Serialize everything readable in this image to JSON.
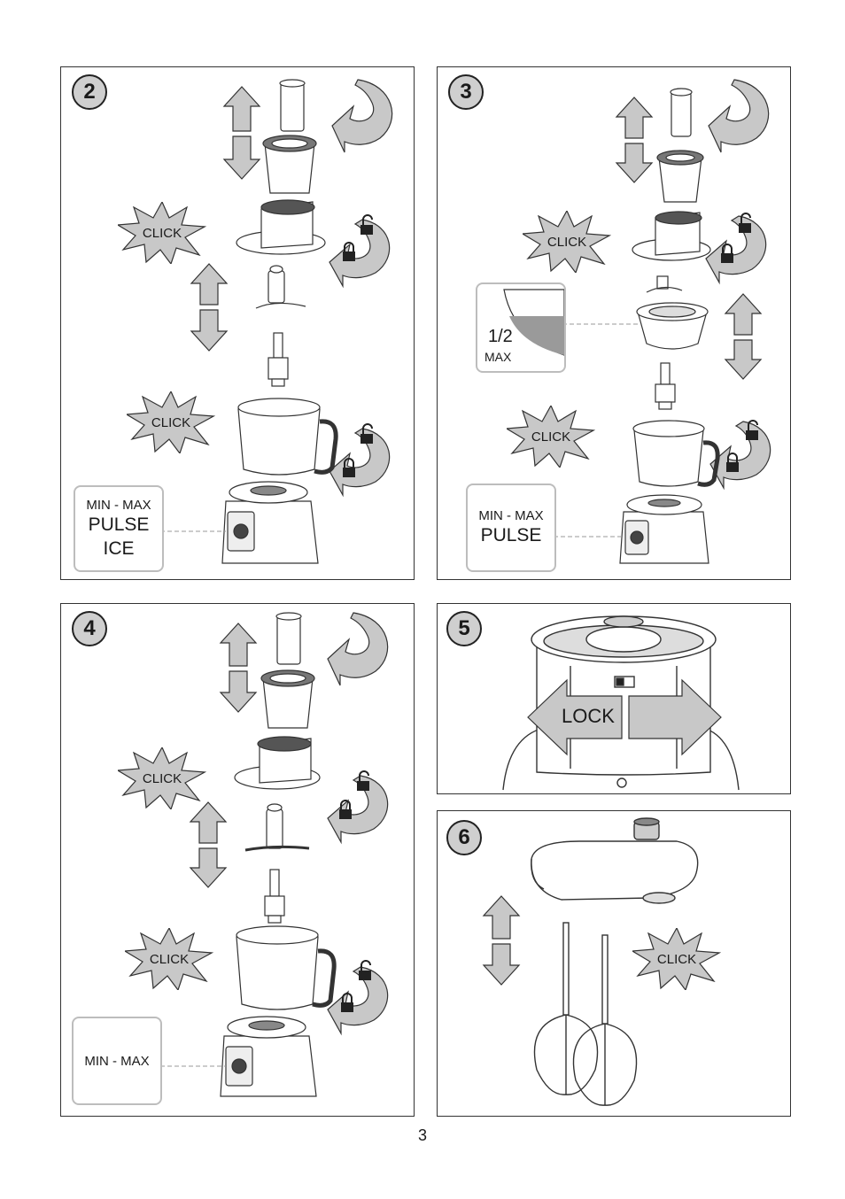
{
  "steps": {
    "s2": "2",
    "s3": "3",
    "s4": "4",
    "s5": "5",
    "s6": "6"
  },
  "click_label": "CLICK",
  "speed": {
    "min_max": "MIN - MAX",
    "pulse": "PULSE",
    "ice": "ICE"
  },
  "fill_level": {
    "fraction": "1/2",
    "max": "MAX"
  },
  "lock_label": "LOCK",
  "page_number": "3",
  "colors": {
    "arrow_fill": "#c8c8c8",
    "outline": "#333333",
    "box_border": "#bdbdbd"
  }
}
